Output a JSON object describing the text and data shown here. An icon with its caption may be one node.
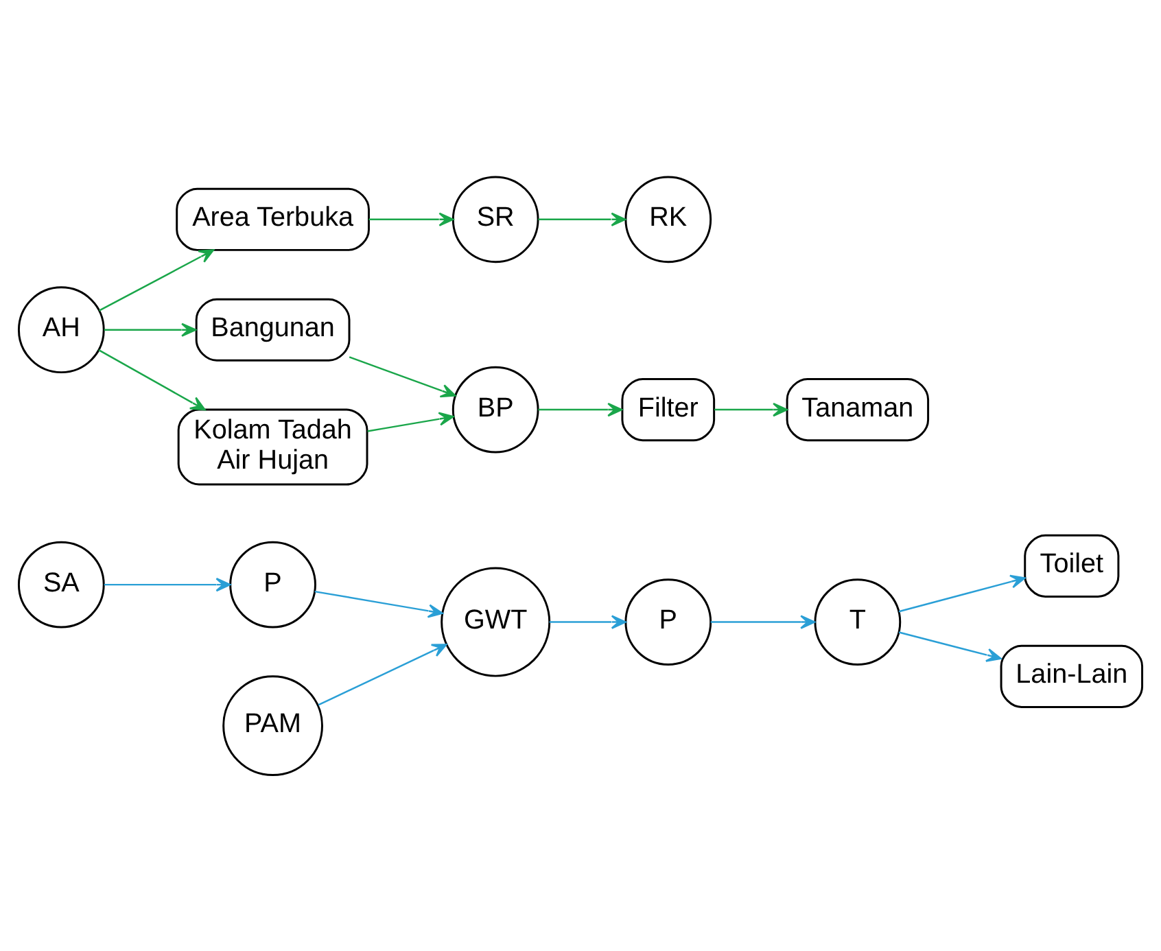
{
  "diagram": {
    "nodes": [
      {
        "text": [
          "SA"
        ]
      },
      {
        "text": [
          "P"
        ]
      },
      {
        "text": [
          "PAM"
        ]
      },
      {
        "text": [
          "GWT"
        ]
      },
      {
        "text": [
          "P"
        ]
      },
      {
        "text": [
          "T"
        ]
      },
      {
        "text": [
          "Toilet"
        ]
      },
      {
        "text": [
          "Lain-Lain"
        ]
      },
      {
        "text": [
          "AH"
        ]
      },
      {
        "text": [
          "Area Terbuka"
        ]
      },
      {
        "text": [
          "SR"
        ]
      },
      {
        "text": [
          "RK"
        ]
      },
      {
        "text": [
          "Bangunan"
        ]
      },
      {
        "text": [
          "Kolam Tadah Air Hujan"
        ]
      },
      {
        "text": [
          "BP"
        ]
      },
      {
        "text": [
          "Filter"
        ]
      },
      {
        "text": [
          "Tanaman"
        ]
      }
    ],
    "edges": [
      {
        "from": 0,
        "to": 1,
        "arrow": "to",
        "color": "#2a9fd6"
      },
      {
        "from": 1,
        "to": 3,
        "arrow": "to",
        "color": "#2a9fd6"
      },
      {
        "from": 2,
        "to": 3,
        "arrow": "to",
        "color": "#2a9fd6"
      },
      {
        "from": 3,
        "to": 4,
        "arrow": "to",
        "color": "#2a9fd6"
      },
      {
        "from": 4,
        "to": 5,
        "arrow": "to",
        "color": "#2a9fd6"
      },
      {
        "from": 5,
        "to": 6,
        "arrow": "to",
        "color": "#2a9fd6"
      },
      {
        "from": 5,
        "to": 7,
        "arrow": "to",
        "color": "#2a9fd6"
      },
      {
        "from": 8,
        "to": 9,
        "arrow": "to"
      },
      {
        "from": 8,
        "to": 12,
        "arrow": "to"
      },
      {
        "from": 8,
        "to": 13,
        "arrow": "to"
      },
      {
        "from": 9,
        "to": 10,
        "arrow": "to"
      },
      {
        "from": 10,
        "to": 11,
        "arrow": "to"
      },
      {
        "from": 12,
        "to": 14,
        "arrow": "to"
      },
      {
        "from": 13,
        "to": 14,
        "arrow": "to"
      },
      {
        "from": 14,
        "to": 15,
        "arrow": "to"
      },
      {
        "from": 15,
        "to": 16,
        "arrow": "to"
      }
    ]
  }
}
